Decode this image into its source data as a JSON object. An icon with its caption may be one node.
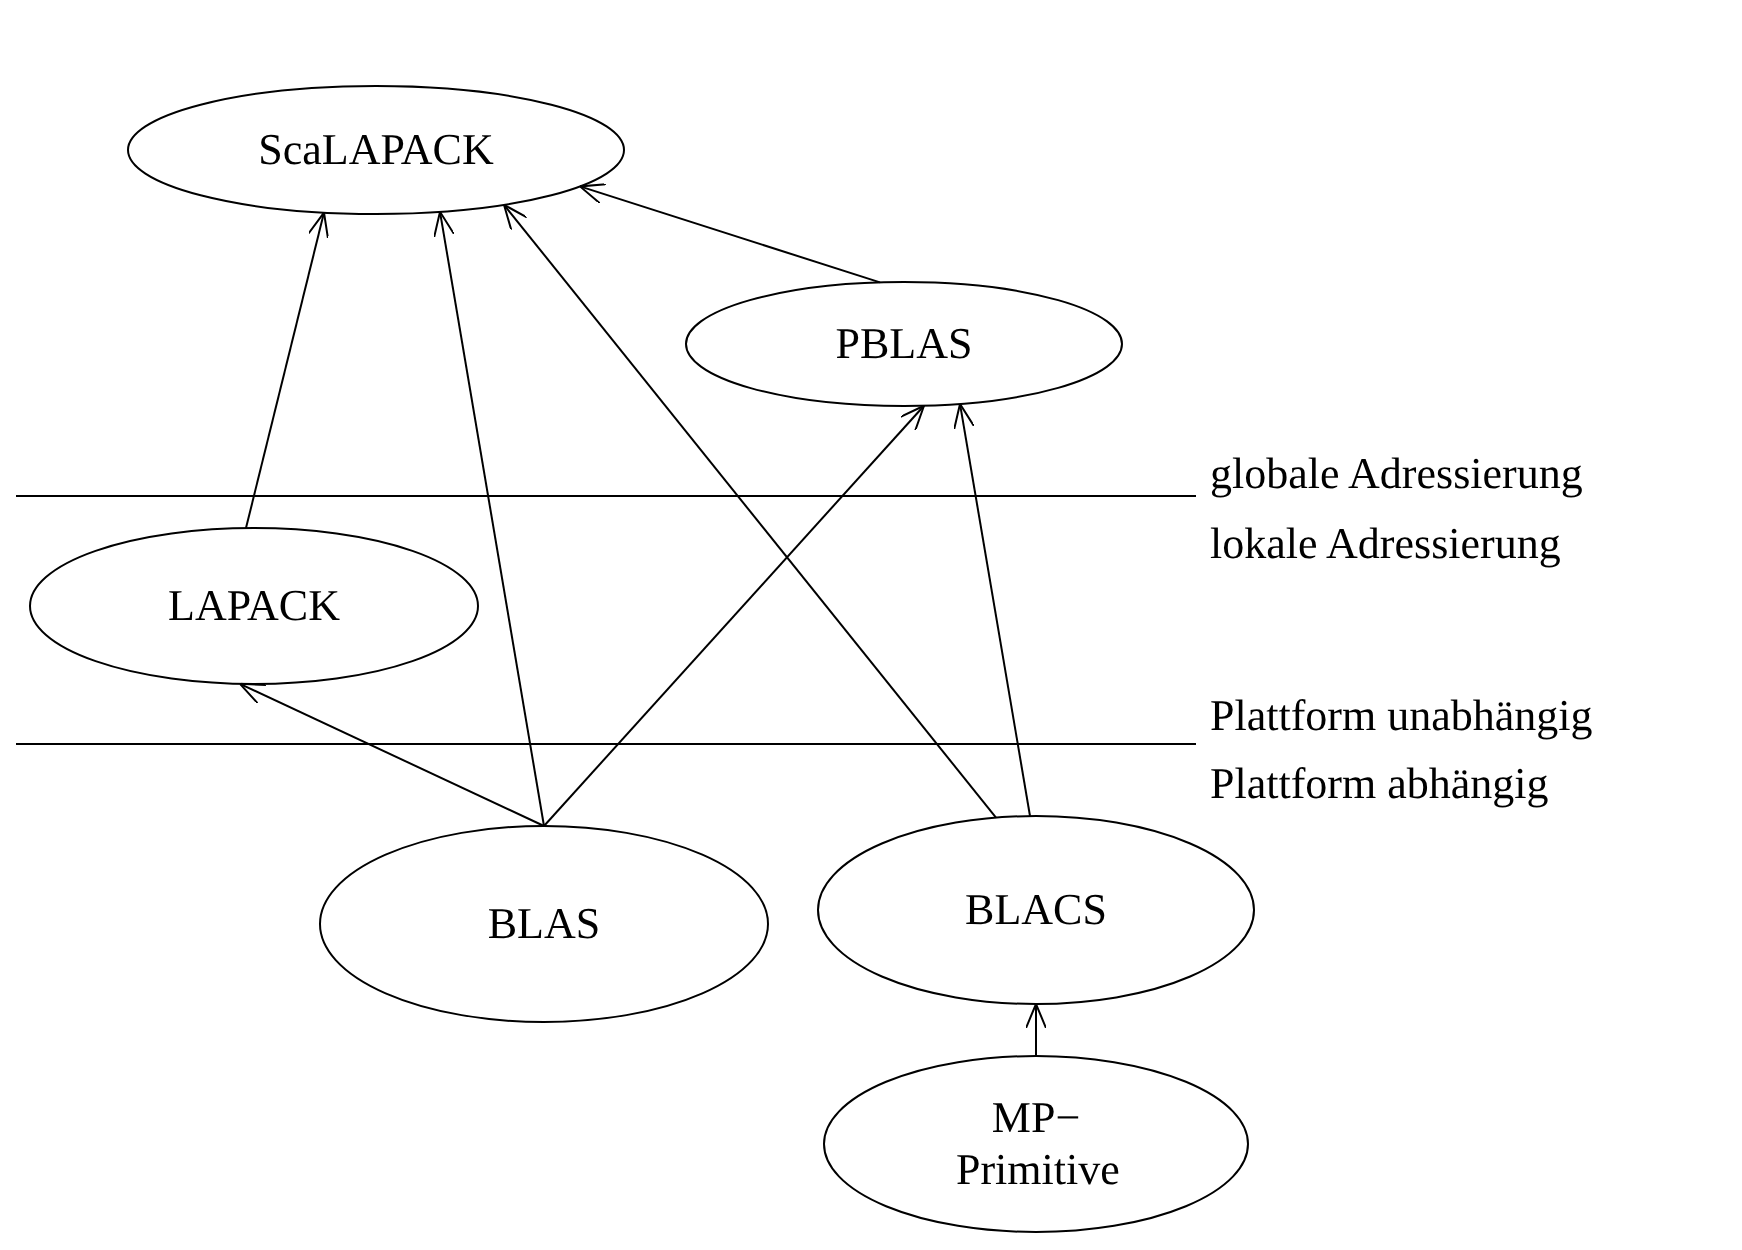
{
  "diagram": {
    "nodes": [
      {
        "text": [
          "ScaLAPACK"
        ]
      },
      {
        "text": [
          "PBLAS"
        ]
      },
      {
        "text": [
          "LAPACK"
        ]
      },
      {
        "text": [
          "BLAS"
        ]
      },
      {
        "text": [
          "BLACS"
        ]
      },
      {
        "text": [
          "MP− Primitive"
        ]
      }
    ],
    "edges": [
      {
        "from": 2,
        "to": 0,
        "arrow": "to"
      },
      {
        "from": 3,
        "to": 0,
        "arrow": "to"
      },
      {
        "from": 4,
        "to": 0,
        "arrow": "to"
      },
      {
        "from": 1,
        "to": 0,
        "arrow": "to"
      },
      {
        "from": 3,
        "to": 2,
        "arrow": "to"
      },
      {
        "from": 3,
        "to": 1,
        "arrow": "to"
      },
      {
        "from": 4,
        "to": 1,
        "arrow": "to"
      },
      {
        "from": 5,
        "to": 4,
        "arrow": "to"
      }
    ],
    "labels": [
      "globale Adressierung",
      "lokale Adressierung",
      "Plattform unabhängig",
      "Plattform abhängig"
    ]
  }
}
